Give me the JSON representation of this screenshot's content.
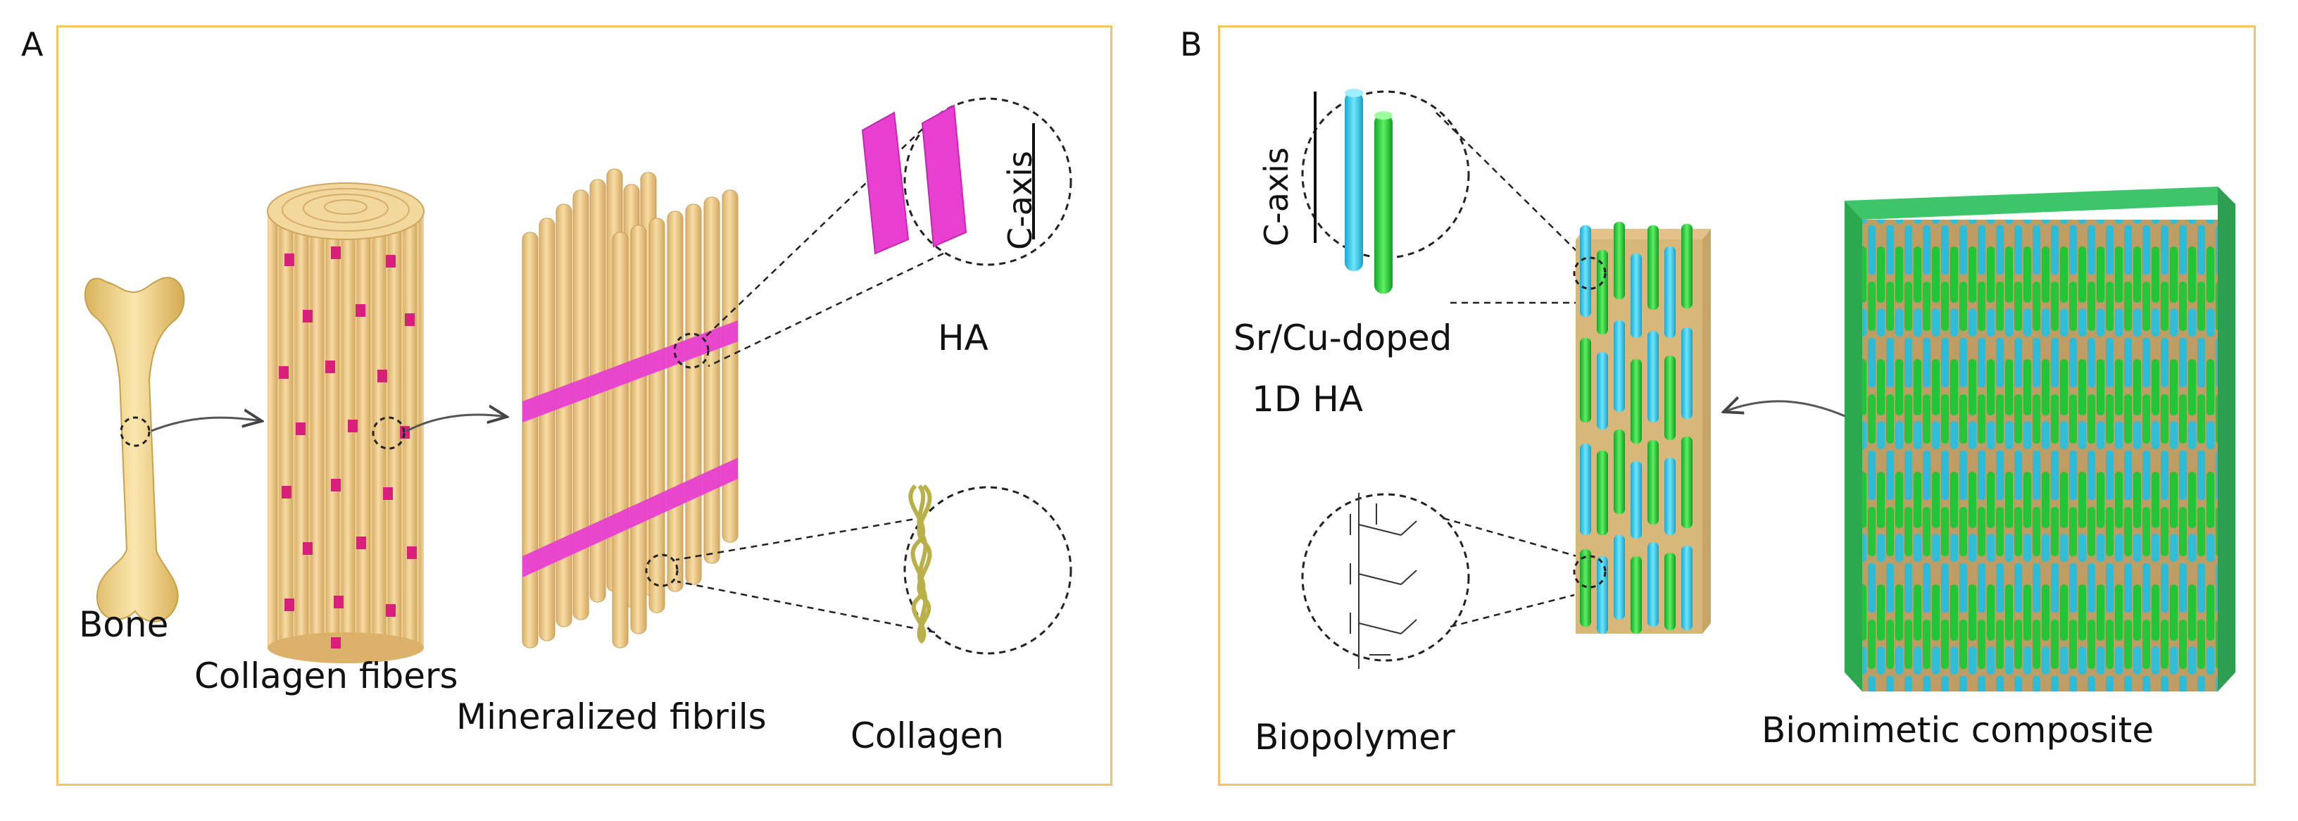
{
  "panels": {
    "a": {
      "letter": "A",
      "labels": {
        "bone": "Bone",
        "collagen_fibers": "Collagen fibers",
        "mineralized_fibrils": "Mineralized fibrils",
        "ha": "HA",
        "collagen": "Collagen",
        "c_axis": "C-axis"
      }
    },
    "b": {
      "letter": "B",
      "labels": {
        "c_axis": "C-axis",
        "sr_cu_doped_line1": "Sr/Cu-doped",
        "sr_cu_doped_line2": "1D HA",
        "biopolymer": "Biopolymer",
        "biomimetic_composite": "Biomimetic composite"
      }
    }
  },
  "colors": {
    "frame": "#f2c560",
    "collagen_tan": "#ecc987",
    "ha_magenta": "#e83fd0",
    "doped_cyan": "#2ec8e8",
    "doped_green": "#22d63a",
    "helix_olive": "#b9b04a"
  }
}
